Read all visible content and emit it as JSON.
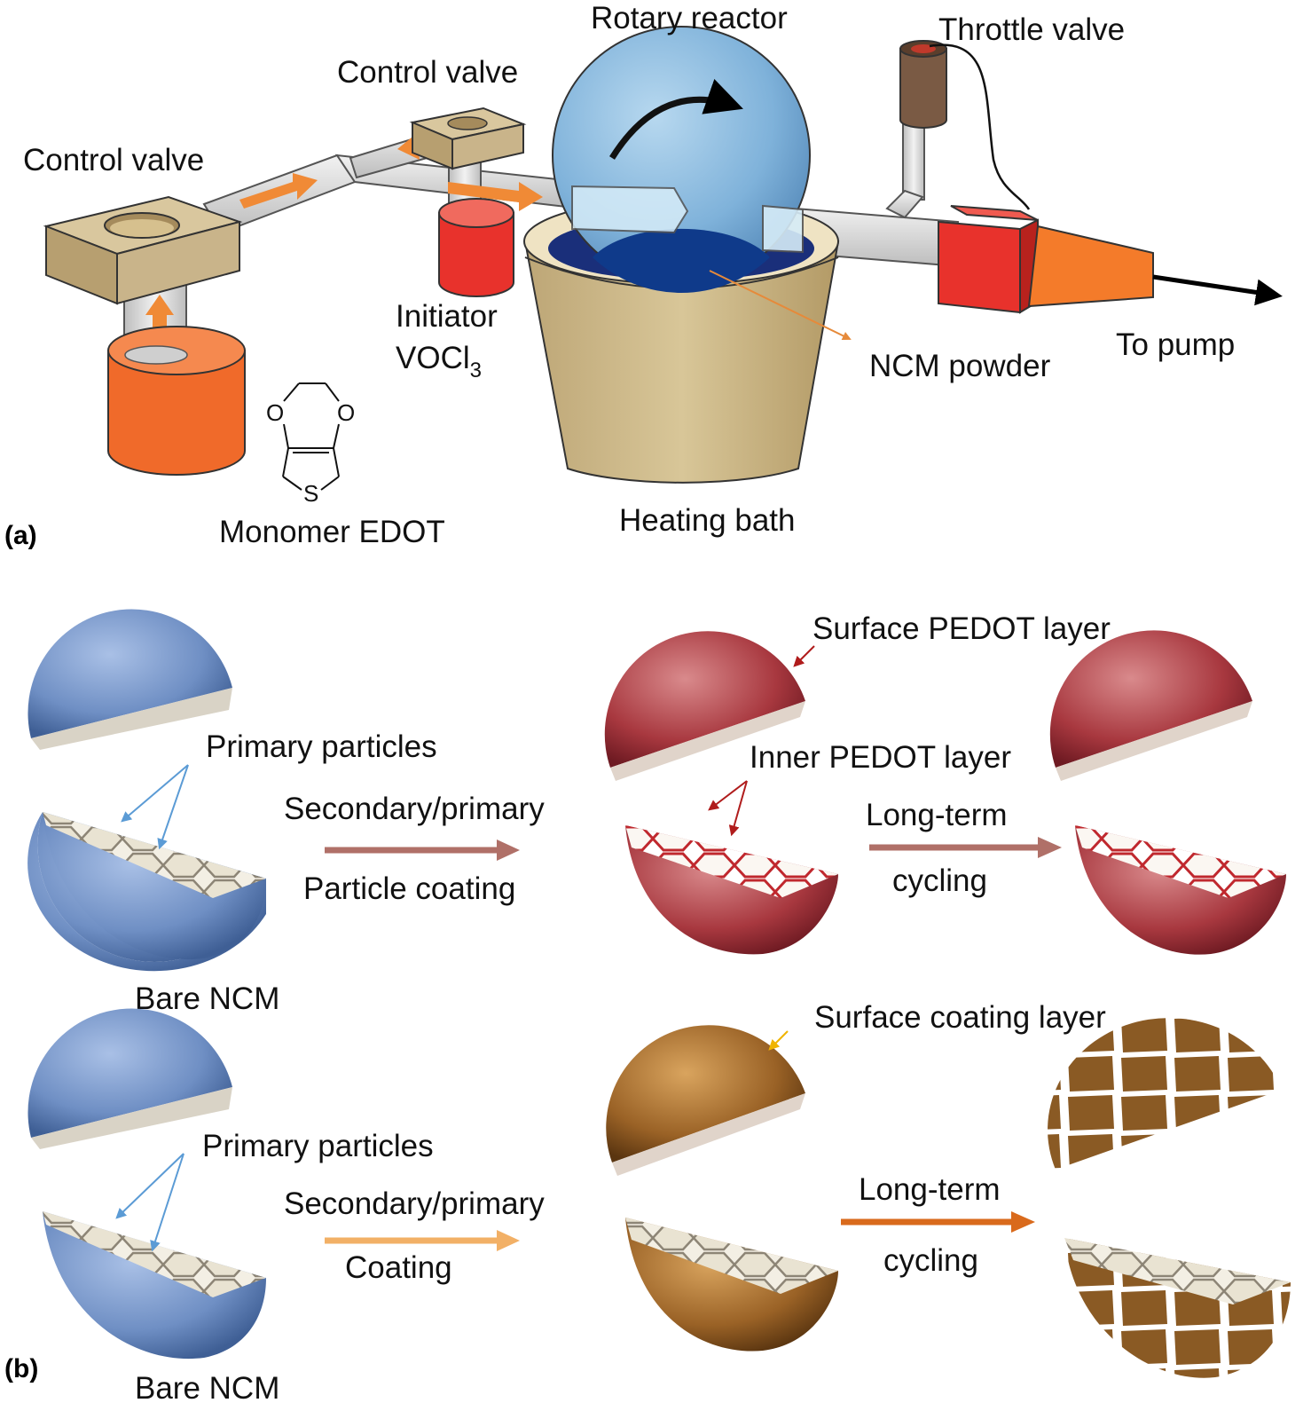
{
  "panel_a": {
    "tag": "(a)",
    "labels": {
      "rotary_reactor": "Rotary reactor",
      "throttle_valve": "Throttle valve",
      "control_valve_top": "Control valve",
      "control_valve_left": "Control valve",
      "initiator": "Initiator",
      "initiator_formula": "VOCl",
      "initiator_subscript": "3",
      "ncm_powder": "NCM powder",
      "to_pump": "To pump",
      "monomer": "Monomer EDOT",
      "heating_bath": "Heating bath"
    },
    "edot_atoms": {
      "o1": "O",
      "o2": "O",
      "s": "S"
    },
    "colors": {
      "pipe": "#d9d9d9",
      "valve_block": "#c9b48a",
      "monomer_canister": "#f06a2a",
      "initiator_canister": "#e8322c",
      "reactor": "#8fbfe0",
      "reactor_powder": "#0f3a8a",
      "bath": "#cdb98b",
      "throttle_block": "#e8322c",
      "pump_cone": "#f47b2a",
      "flow_arrow": "#f08a36"
    }
  },
  "panel_b": {
    "tag": "(b)",
    "row1": {
      "primary_particles": "Primary particles",
      "bare_ncm": "Bare NCM",
      "process_top": "Secondary/primary",
      "process_bottom": "Particle coating",
      "surface_layer": "Surface PEDOT layer",
      "inner_layer": "Inner PEDOT layer",
      "cycling_top": "Long-term",
      "cycling_bottom": "cycling"
    },
    "row2": {
      "primary_particles": "Primary particles",
      "bare_ncm": "Bare NCM",
      "process_top": "Secondary/primary",
      "process_bottom": "Coating",
      "surface_layer": "Surface coating layer",
      "cycling_top": "Long-term",
      "cycling_bottom": "cycling"
    },
    "colors": {
      "bare_ncm": "#6f8fc4",
      "pedot_coated": "#a8383f",
      "conventional_coated": "#9a6226",
      "row1_arrow": "#b07068",
      "row2_arrow_process": "#f2b066",
      "row2_arrow_cycling": "#d96a1c",
      "primary_pointer": "#5b9bd5",
      "pedot_pointer": "#b01c1c",
      "coating_pointer": "#f0b400"
    }
  }
}
